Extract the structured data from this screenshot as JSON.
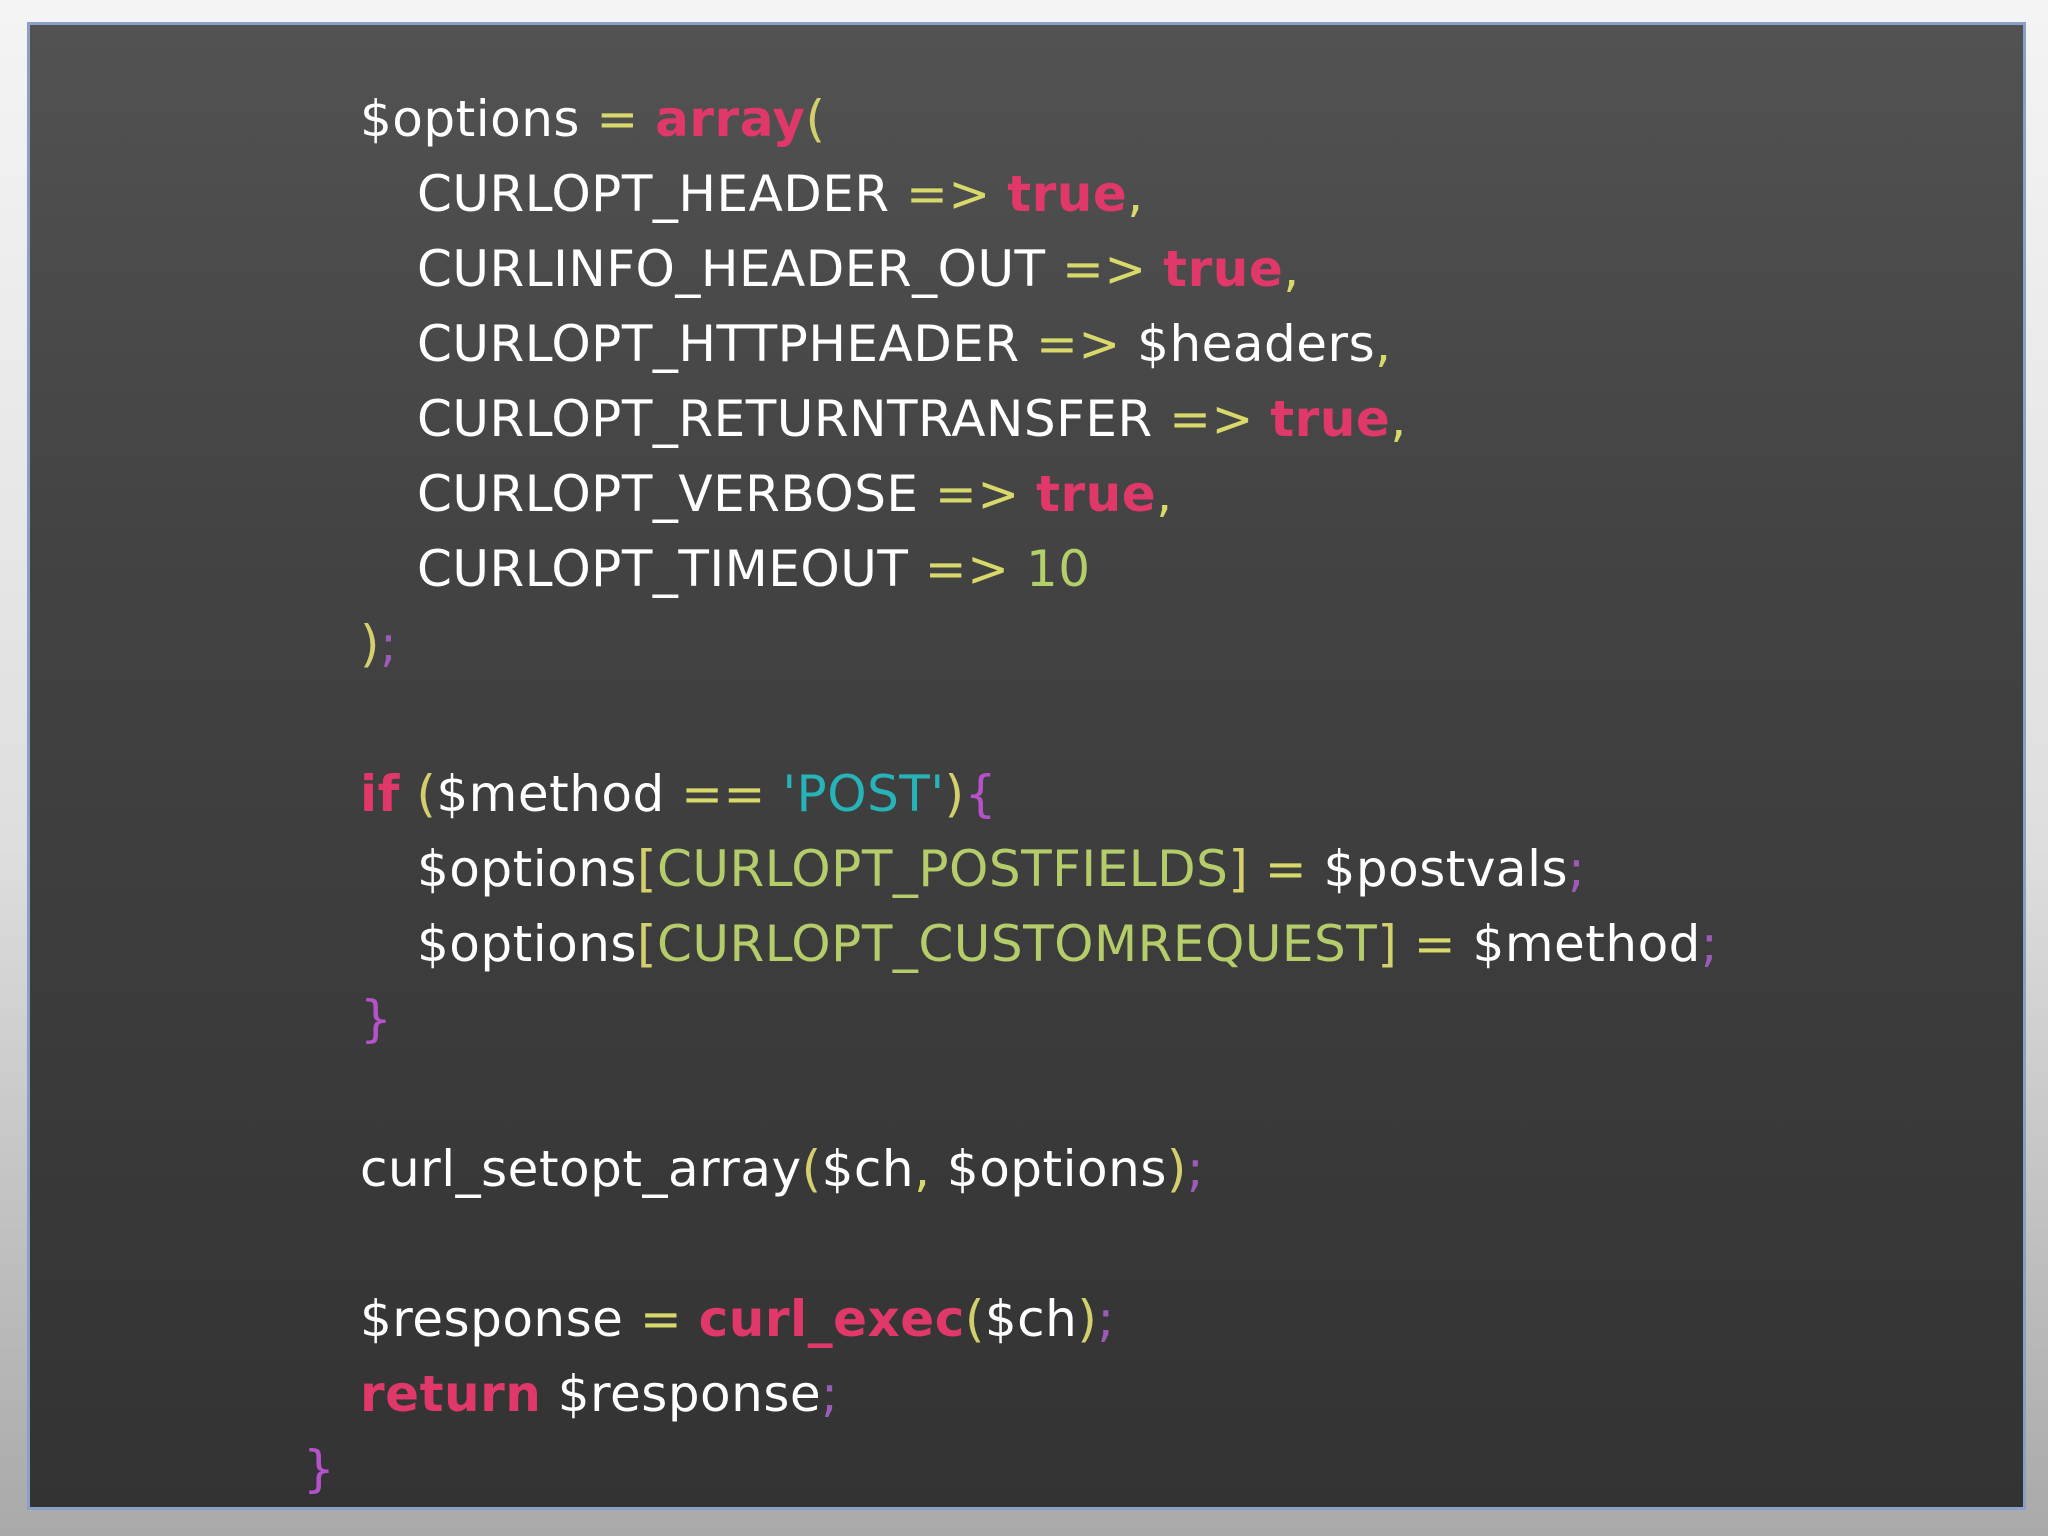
{
  "code": {
    "l1": {
      "var": "$options",
      "op": " = ",
      "fn": "array",
      "paren": "("
    },
    "l2": {
      "name": "CURLOPT_HEADER",
      "arrow": " => ",
      "value": "true",
      "comma": ","
    },
    "l3": {
      "name": "CURLINFO_HEADER_OUT",
      "arrow": " => ",
      "value": "true",
      "comma": ","
    },
    "l4": {
      "name": "CURLOPT_HTTPHEADER",
      "arrow": " => ",
      "value": "$headers",
      "comma": ","
    },
    "l5": {
      "name": "CURLOPT_RETURNTRANSFER",
      "arrow": " => ",
      "value": "true",
      "comma": ","
    },
    "l6": {
      "name": "CURLOPT_VERBOSE",
      "arrow": " => ",
      "value": "true",
      "comma": ","
    },
    "l7": {
      "name": "CURLOPT_TIMEOUT",
      "arrow": " => ",
      "value": "10"
    },
    "l8": {
      "paren": ")",
      "semi": ";"
    },
    "l9": {
      "kw": "if",
      "space": " ",
      "paren_open": "(",
      "var": "$method",
      "op": " == ",
      "str": "'POST'",
      "paren_close": ")",
      "brace": "{"
    },
    "l10": {
      "var": "$options",
      "bracket_open": "[",
      "key": "CURLOPT_POSTFIELDS",
      "bracket_close": "]",
      "op": " = ",
      "value": "$postvals",
      "semi": ";"
    },
    "l11": {
      "var": "$options",
      "bracket_open": "[",
      "key": "CURLOPT_CUSTOMREQUEST",
      "bracket_close": "]",
      "op": " = ",
      "value": "$method",
      "semi": ";"
    },
    "l12": {
      "brace": "}"
    },
    "l13": {
      "fn": "curl_setopt_array",
      "paren_open": "(",
      "arg1": "$ch",
      "comma": ",",
      "arg2": " $options",
      "paren_close": ")",
      "semi": ";"
    },
    "l14": {
      "var": "$response",
      "op": " = ",
      "fn": "curl_exec",
      "paren_open": "(",
      "arg": "$ch",
      "paren_close": ")",
      "semi": ";"
    },
    "l15": {
      "kw": "return",
      "space": " ",
      "var": "$response",
      "semi": ";"
    },
    "l16": {
      "brace": "}"
    }
  }
}
